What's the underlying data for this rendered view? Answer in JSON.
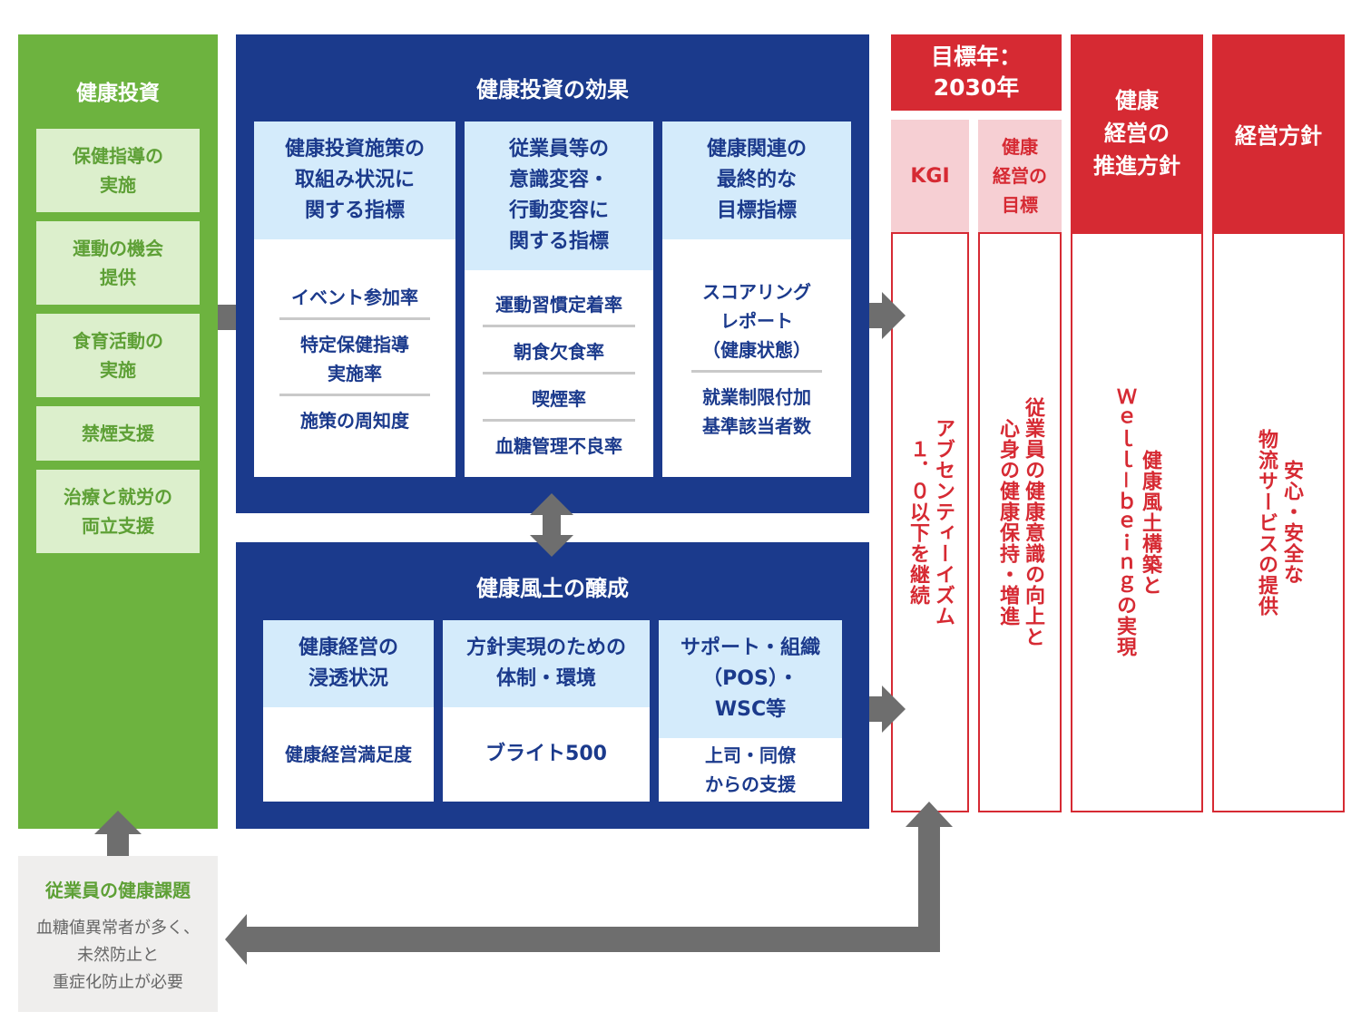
{
  "investment": {
    "title": "健康投資",
    "items": [
      "保健指導の\n実施",
      "運動の機会\n提供",
      "食育活動の\n実施",
      "禁煙支援",
      "治療と就労の\n両立支援"
    ]
  },
  "effects": {
    "title": "健康投資の効果",
    "columns": [
      {
        "header": "健康投資施策の\n取組み状況に\n関する指標",
        "metrics": [
          "イベント参加率",
          "特定保健指導\n実施率",
          "施策の周知度"
        ]
      },
      {
        "header": "従業員等の\n意識変容・\n行動変容に\n関する指標",
        "metrics": [
          "運動習慣定着率",
          "朝食欠食率",
          "喫煙率",
          "血糖管理不良率"
        ]
      },
      {
        "header": "健康関連の\n最終的な\n目標指標",
        "metrics": [
          "スコアリング\nレポート\n（健康状態）",
          "就業制限付加\n基準該当者数"
        ]
      }
    ]
  },
  "culture": {
    "title": "健康風土の醸成",
    "columns": [
      {
        "header": "健康経営の\n浸透状況",
        "metric": "健康経営満足度"
      },
      {
        "header": "方針実現のための\n体制・環境",
        "metric": "ブライト500"
      },
      {
        "header": "サポート・組織\n（POS）・\nWSC等",
        "metric": "上司・同僚\nからの支援"
      }
    ]
  },
  "target": {
    "year_label": "目標年：\n2030年",
    "kgi_label": "KGI",
    "kgi_text": "アブセンティーイズム\n１．０以下を継続",
    "goal_label": "健康\n経営の\n目標",
    "goal_text": "従業員の健康意識の向上と\n心身の健康保持・増進"
  },
  "policy": {
    "title": "健康\n経営の\n推進方針",
    "text": "健康風土構築と\nＷｅｌｌ－ｂｅｉｎｇの実現"
  },
  "management": {
    "title": "経営方針",
    "text": "安心・安全な\n物流サービスの提供"
  },
  "issue": {
    "title": "従業員の健康課題",
    "text": "血糖値異常者が多く、\n未然防止と\n重症化防止が必要"
  },
  "colors": {
    "green": "#6db33f",
    "green_light": "#dcefcc",
    "navy": "#1b3a8c",
    "light_blue": "#d4ebfb",
    "red": "#d62a33",
    "pink": "#f6cfd3",
    "arrow_gray": "#6e6e6e"
  }
}
